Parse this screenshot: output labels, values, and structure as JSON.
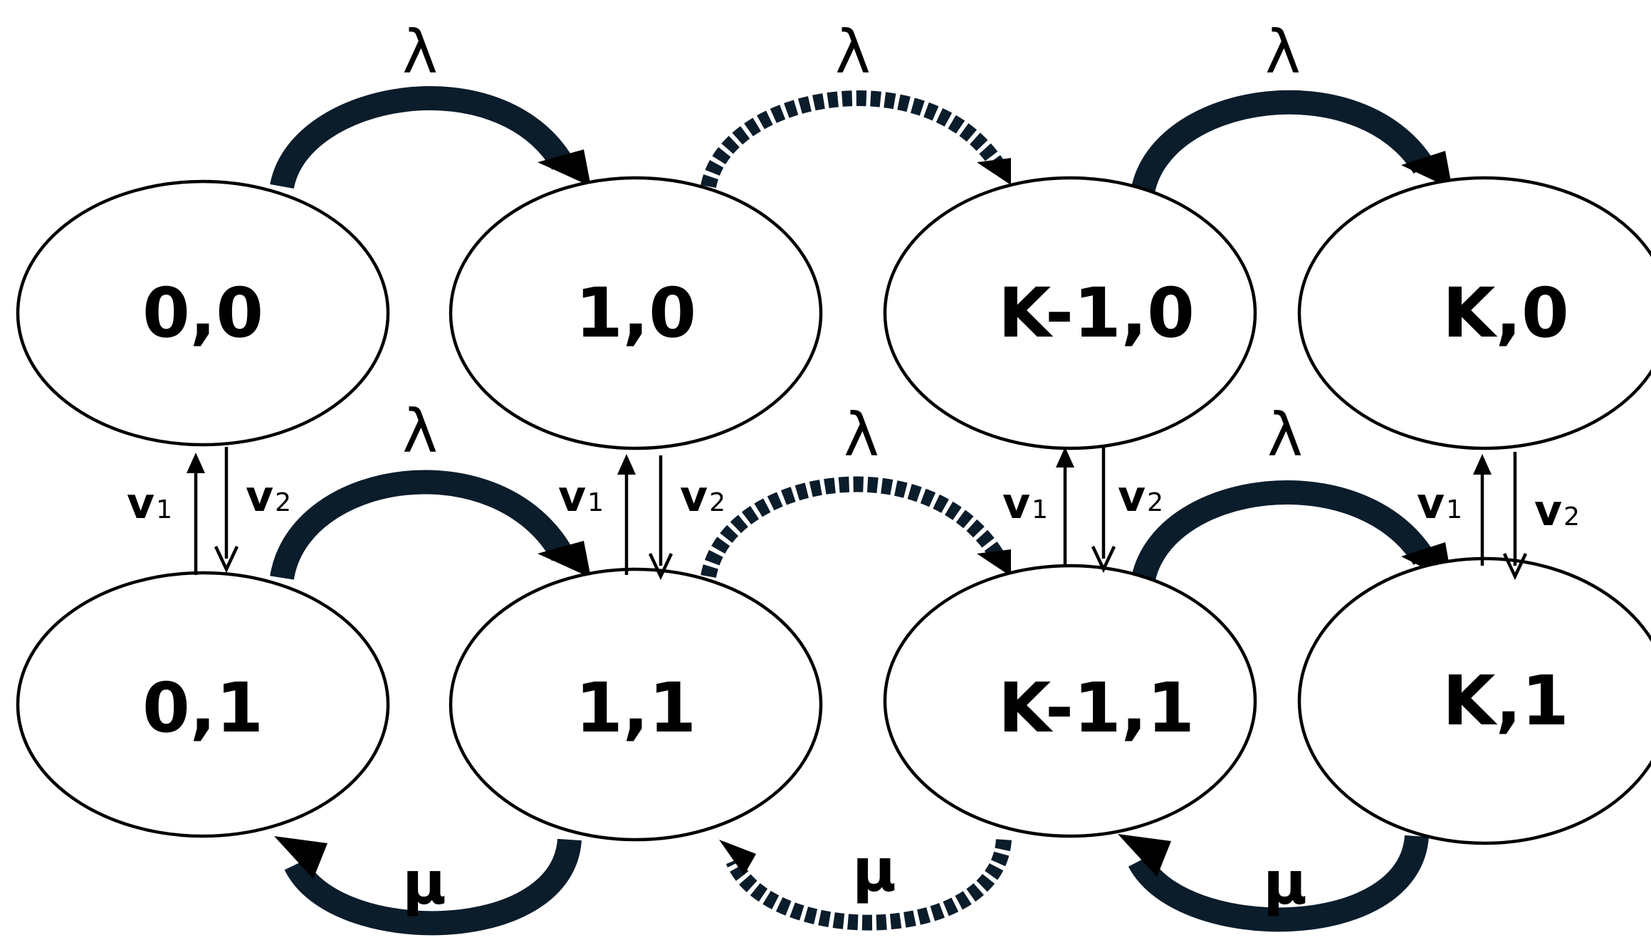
{
  "nodes": {
    "n_0_0": "0,0",
    "n_1_0": "1,0",
    "n_k1_0": "K-1,0",
    "n_k_0": "K,0",
    "n_0_1": "0,1",
    "n_1_1": "1,1",
    "n_k1_1": "K-1,1",
    "n_k_1": "K,1"
  },
  "rates": {
    "lambda": "λ",
    "mu": "μ",
    "v1_base": "v",
    "v1_sub": "1",
    "v2_base": "v",
    "v2_sub": "2"
  },
  "colors": {
    "curved_arrow": "#0b1c2b",
    "stroke": "#000000",
    "background": "#ffffff"
  }
}
